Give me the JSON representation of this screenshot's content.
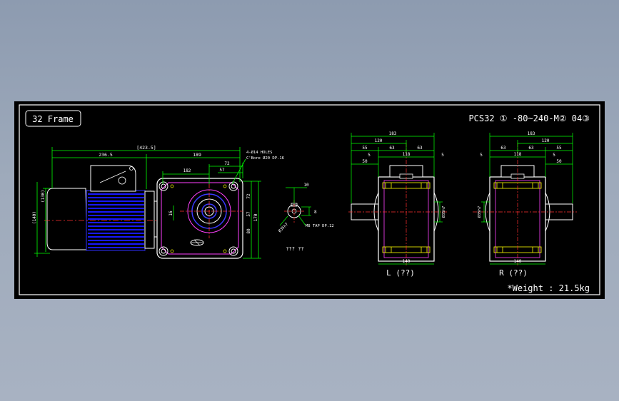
{
  "title_block": {
    "frame_label": "32 Frame",
    "model_code": "PCS32 ① -80~240-M②  04③",
    "weight": "*Weight : 21.5kg"
  },
  "views": {
    "left_label": "L (??)",
    "right_label": "R (??)",
    "shaft_note": "??? ??"
  },
  "dimensions": {
    "overall_length": "[423.5]",
    "motor_length": "236.5",
    "gear_length": "189",
    "holes_note_1": "4-Ø14 HOLES",
    "holes_note_2": "C'Bore Ø20 DP.16",
    "d182": "182",
    "d72": "72",
    "d57": "57",
    "d130": "(130)",
    "d140": "(140)",
    "d16": "16",
    "d72v": "72",
    "d57v": "57",
    "d80": "80",
    "d170": "170",
    "key_10": "10",
    "key_8": "8",
    "key_dia": "Ø35h7",
    "tap_note": "M8 TAP DP.12",
    "l_183": "183",
    "l_120": "120",
    "l_55": "55",
    "l_63a": "63",
    "l_63b": "63",
    "l_5a": "5",
    "l_118": "118",
    "l_5b": "5",
    "l_50": "50",
    "l_140": "140",
    "l_shaft": "Ø35h7",
    "r_183": "183",
    "r_120": "120",
    "r_63a": "63",
    "r_63b": "63",
    "r_55": "55",
    "r_5a": "5",
    "r_118": "118",
    "r_5b": "5",
    "r_50": "50",
    "r_140": "140",
    "r_shaft": "Ø35h7"
  },
  "colors": {
    "background": "#8f9cb2",
    "drawing_bg": "#000000",
    "frame_line": "#ffffff",
    "motor_blue": "#1a1aff",
    "gear_outline": "#ff00ff",
    "dimension_line": "#00ff00",
    "center_line": "#ff0000",
    "body_outline": "#ffffff",
    "detail_yellow": "#ffff00"
  }
}
